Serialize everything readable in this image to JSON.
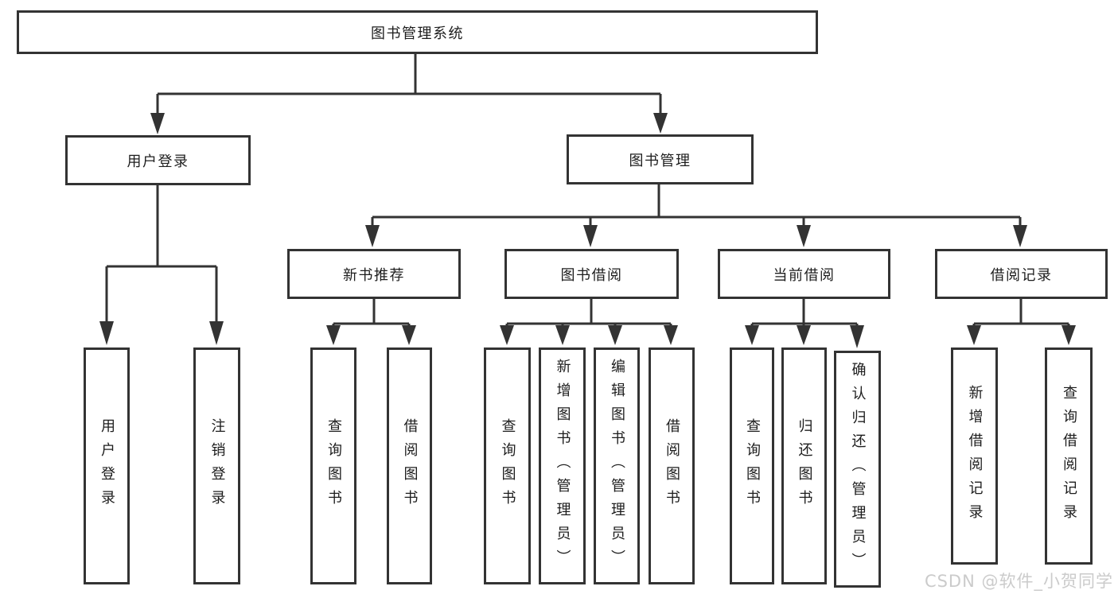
{
  "colors": {
    "line": "#333333",
    "box_border": "#333333",
    "text": "#1d1d1d",
    "background": "#ffffff",
    "watermark": "#c8c8c8"
  },
  "watermark": {
    "text": "CSDN @软件_小贺同学"
  },
  "diagram": {
    "root": {
      "label": "图书管理系统"
    },
    "branches": {
      "user_login": {
        "label": "用户登录",
        "children": {
          "login": "用户登录",
          "logout": "注销登录"
        }
      },
      "book_mgmt": {
        "label": "图书管理",
        "sections": {
          "new_book_rec": {
            "label": "新书推荐",
            "children": {
              "query_book": "查询图书",
              "borrow_book": "借阅图书"
            }
          },
          "book_borrow": {
            "label": "图书借阅",
            "children": {
              "query_book": "查询图书",
              "add_book": "新增图书（管理员）",
              "edit_book": "编辑图书（管理员）",
              "borrow_book": "借阅图书"
            }
          },
          "current_borrow": {
            "label": "当前借阅",
            "children": {
              "query_book": "查询图书",
              "return_book": "归还图书",
              "confirm_return": "确认归还（管理员）"
            }
          },
          "borrow_record": {
            "label": "借阅记录",
            "children": {
              "add_record": "新增借阅记录",
              "query_record": "查询借阅记录"
            }
          }
        }
      }
    }
  }
}
